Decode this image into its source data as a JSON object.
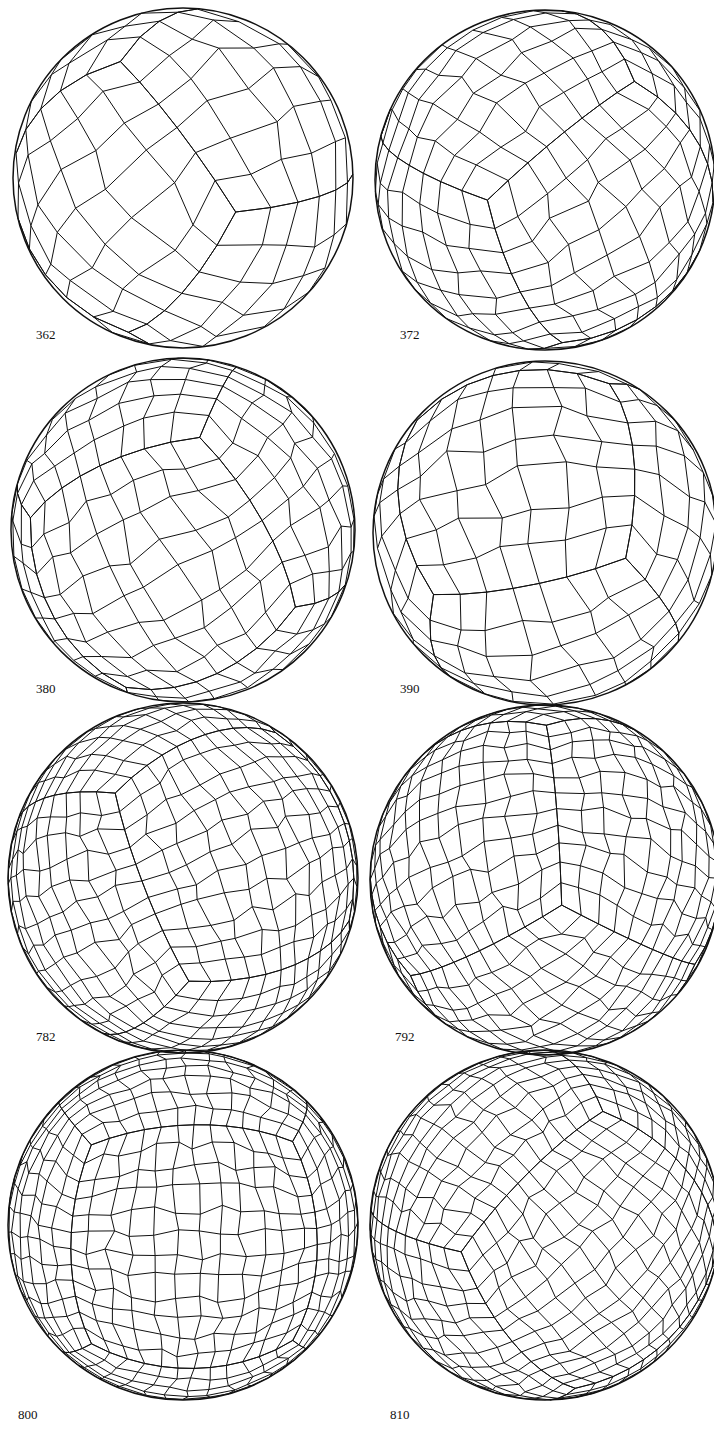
{
  "diagram": {
    "labels": [
      "362",
      "372",
      "380",
      "390",
      "782",
      "792",
      "800",
      "810"
    ]
  }
}
